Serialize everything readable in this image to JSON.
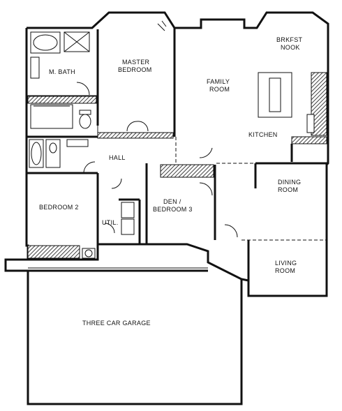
{
  "rooms": {
    "master_bath": "M. BATH",
    "master_bedroom_line1": "MASTER",
    "master_bedroom_line2": "BEDROOM",
    "family_room_line1": "FAMILY",
    "family_room_line2": "ROOM",
    "brkfst_nook_line1": "BRKFST",
    "brkfst_nook_line2": "NOOK",
    "kitchen": "KITCHEN",
    "hall": "HALL",
    "dining_room_line1": "DINING",
    "dining_room_line2": "ROOM",
    "den_line1": "DEN /",
    "den_line2": "BEDROOM 3",
    "bedroom2": "BEDROOM 2",
    "util": "UTIL.",
    "living_room_line1": "LIVING",
    "living_room_line2": "ROOM",
    "garage": "THREE CAR GARAGE"
  }
}
